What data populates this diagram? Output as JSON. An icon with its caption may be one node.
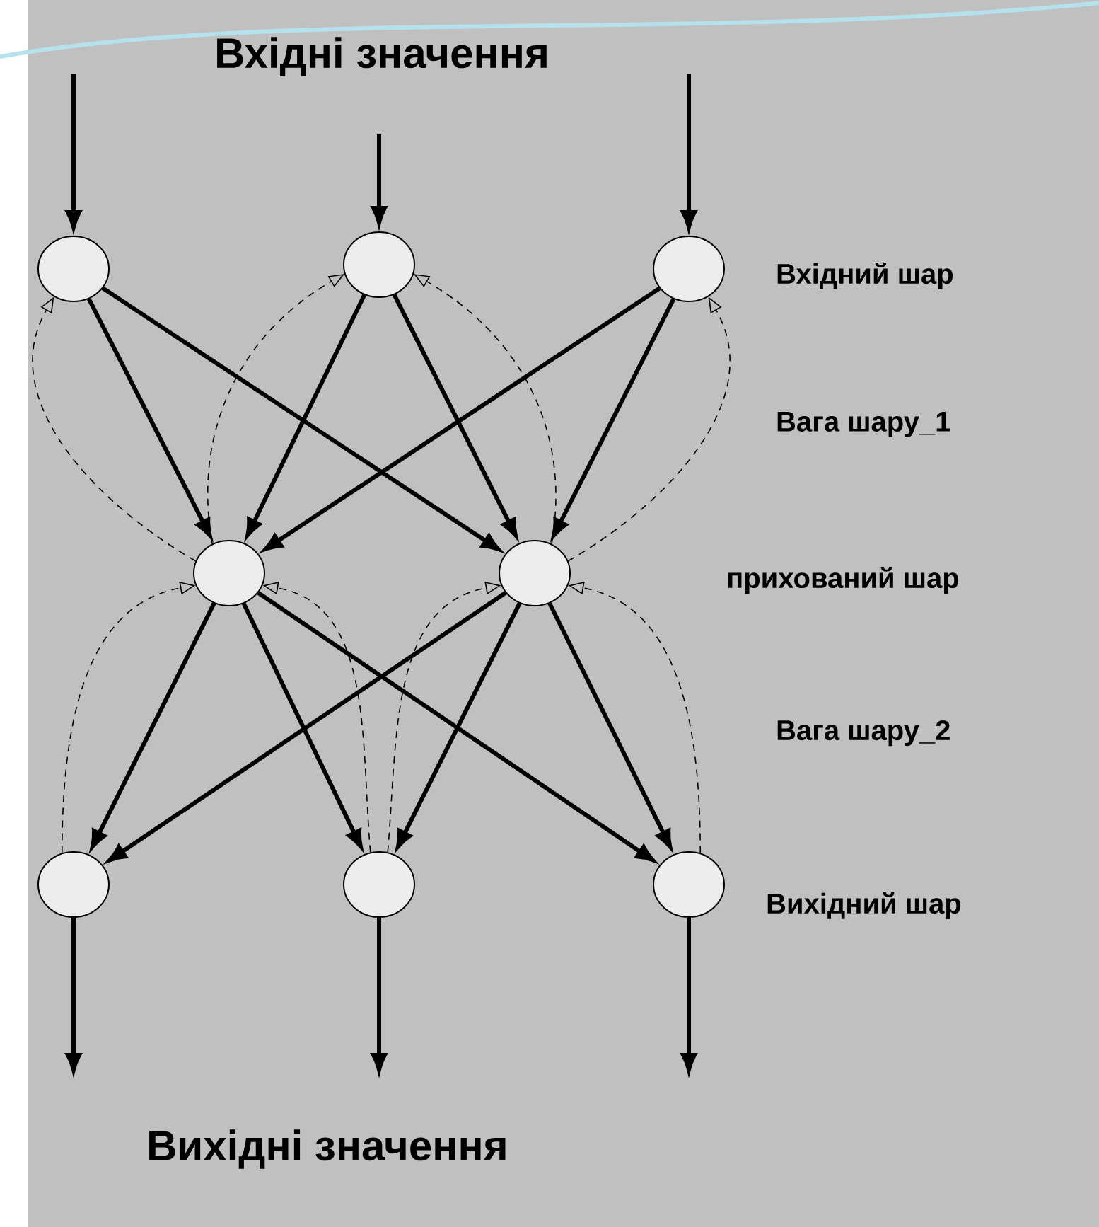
{
  "diagram": {
    "title": "Вхідні значення",
    "nodes": [
      {
        "text": [],
        "shape": "circle"
      },
      {
        "text": [],
        "shape": "circle"
      },
      {
        "text": [],
        "shape": "circle"
      },
      {
        "text": [],
        "shape": "circle"
      },
      {
        "text": [],
        "shape": "circle"
      },
      {
        "text": [],
        "shape": "circle"
      },
      {
        "text": [],
        "shape": "circle"
      },
      {
        "text": [],
        "shape": "circle"
      }
    ],
    "edges": [
      {
        "from": null,
        "to": 0,
        "arrow": "to"
      },
      {
        "from": null,
        "to": 1,
        "arrow": "to"
      },
      {
        "from": null,
        "to": 2,
        "arrow": "to"
      },
      {
        "from": 0,
        "to": 3,
        "arrow": "to"
      },
      {
        "from": 0,
        "to": 4,
        "arrow": "to"
      },
      {
        "from": 1,
        "to": 3,
        "arrow": "to"
      },
      {
        "from": 1,
        "to": 4,
        "arrow": "to"
      },
      {
        "from": 2,
        "to": 3,
        "arrow": "to"
      },
      {
        "from": 2,
        "to": 4,
        "arrow": "to"
      },
      {
        "from": 3,
        "to": 5,
        "arrow": "to"
      },
      {
        "from": 3,
        "to": 6,
        "arrow": "to"
      },
      {
        "from": 3,
        "to": 7,
        "arrow": "to"
      },
      {
        "from": 4,
        "to": 5,
        "arrow": "to"
      },
      {
        "from": 4,
        "to": 6,
        "arrow": "to"
      },
      {
        "from": 4,
        "to": 7,
        "arrow": "to"
      },
      {
        "from": 5,
        "to": null,
        "arrow": "to"
      },
      {
        "from": 6,
        "to": null,
        "arrow": "to"
      },
      {
        "from": 7,
        "to": null,
        "arrow": "to"
      },
      {
        "from": 3,
        "to": 0,
        "arrow": "to",
        "style": "dashed"
      },
      {
        "from": 3,
        "to": 1,
        "arrow": "to",
        "style": "dashed"
      },
      {
        "from": 4,
        "to": 1,
        "arrow": "to",
        "style": "dashed"
      },
      {
        "from": 4,
        "to": 2,
        "arrow": "to",
        "style": "dashed"
      },
      {
        "from": 5,
        "to": 3,
        "arrow": "to",
        "style": "dashed"
      },
      {
        "from": 6,
        "to": 3,
        "arrow": "to",
        "style": "dashed"
      },
      {
        "from": 6,
        "to": 4,
        "arrow": "to",
        "style": "dashed"
      },
      {
        "from": 7,
        "to": 4,
        "arrow": "to",
        "style": "dashed"
      }
    ],
    "labels": [
      "Вхідний шар",
      "Вага шару_1",
      "прихований шар",
      "Вага шару_2",
      "Вихідний шар",
      "Вихідні значення"
    ]
  }
}
